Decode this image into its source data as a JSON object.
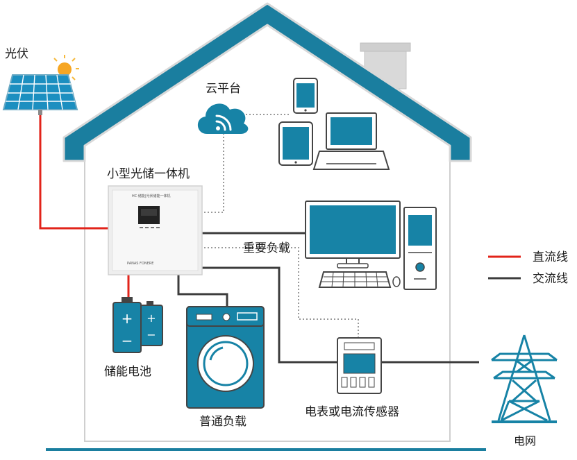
{
  "labels": {
    "pv": "光伏",
    "cloud": "云平台",
    "inverter": "小型光储一体机",
    "important_load": "重要负载",
    "battery": "储能电池",
    "normal_load": "普通负载",
    "meter": "电表或电流传感器",
    "grid": "电网"
  },
  "legend": {
    "dc": "直流线",
    "ac": "交流线"
  },
  "colors": {
    "house": "#1a7e9f",
    "dc_line": "#e2231a",
    "ac_line": "#3c3c3c",
    "device_blue": "#1783a6",
    "chimney": "#d9d9d9"
  },
  "device_text": {
    "inverter_top": "HC·储能|光伏储能一体机",
    "inverter_brand": "PANAS FONERE"
  }
}
